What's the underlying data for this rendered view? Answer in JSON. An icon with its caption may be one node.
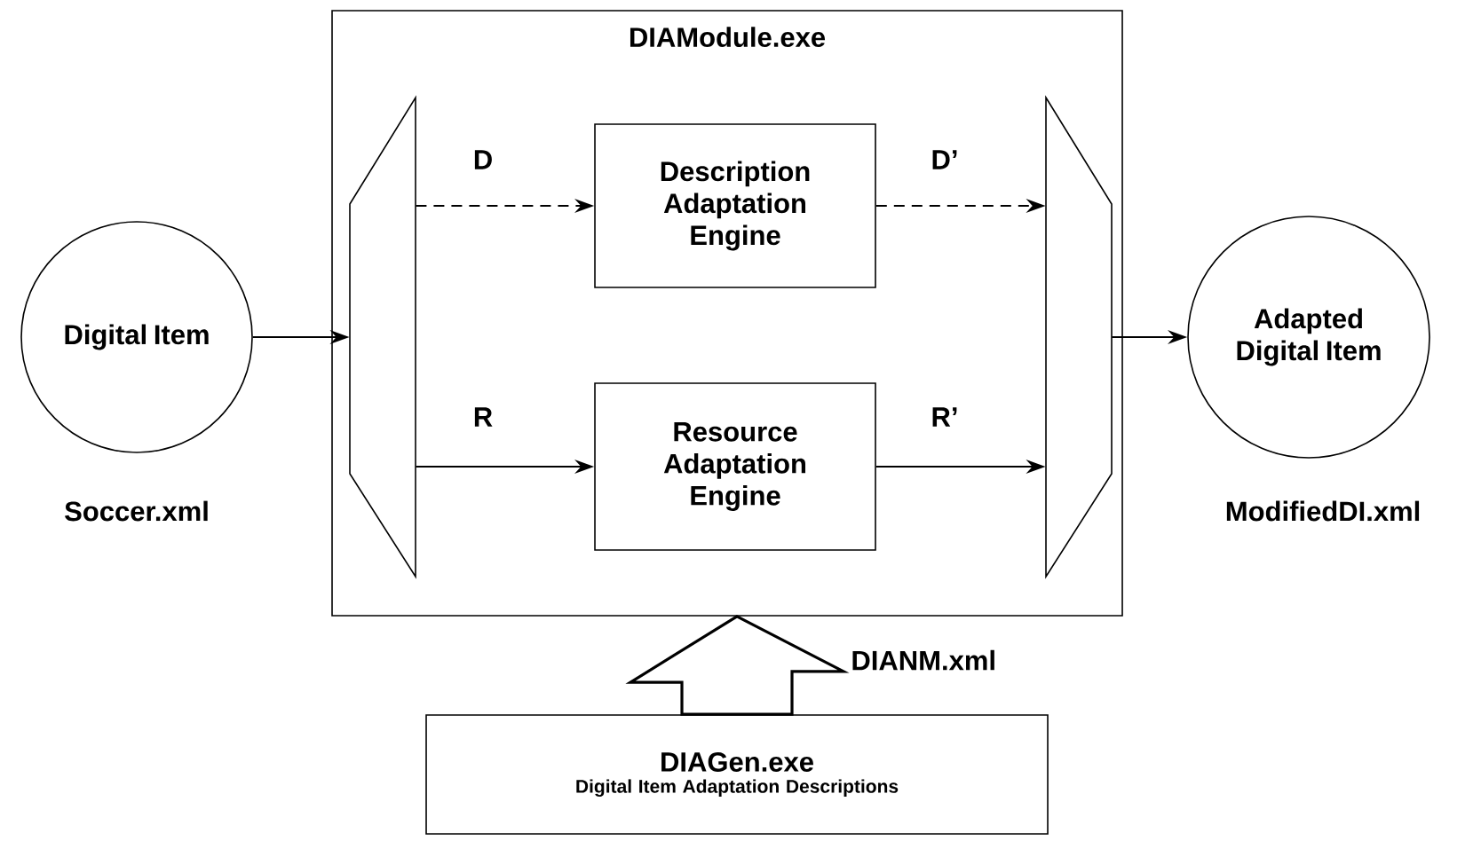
{
  "diagram": {
    "nodes": [
      {
        "text": [
          "Digital Item"
        ],
        "beside": [
          "Soccer.xml"
        ]
      },
      {
        "text": [
          "DIAModule.exe"
        ]
      },
      {
        "text": [],
        "shape": "trapezoid",
        "in": 1
      },
      {
        "text": [
          "Description Adaptation Engine"
        ],
        "in": 1
      },
      {
        "text": [
          "Resource Adaptation Engine"
        ],
        "in": 1
      },
      {
        "text": [],
        "shape": "trapezoid",
        "in": 1
      },
      {
        "text": [
          "Adapted Digital Item"
        ],
        "beside": [
          "ModifiedDI.xml"
        ]
      },
      {
        "text": [
          "DIAGen.exe",
          "Digital Item Adaptation Descriptions"
        ]
      }
    ],
    "edges": [
      {
        "from": 0,
        "to": 2,
        "arrow": "to"
      },
      {
        "from": 2,
        "to": 3,
        "arrow": "to",
        "label": "D",
        "style": "dashed"
      },
      {
        "from": 3,
        "to": 5,
        "arrow": "to",
        "label": "D’",
        "style": "dashed"
      },
      {
        "from": 2,
        "to": 4,
        "arrow": "to",
        "label": "R"
      },
      {
        "from": 4,
        "to": 5,
        "arrow": "to",
        "label": "R’"
      },
      {
        "from": 5,
        "to": 6,
        "arrow": "to"
      },
      {
        "from": 7,
        "to": 1,
        "arrow": "to",
        "label": "DIANM.xml",
        "style": "thick"
      }
    ]
  }
}
